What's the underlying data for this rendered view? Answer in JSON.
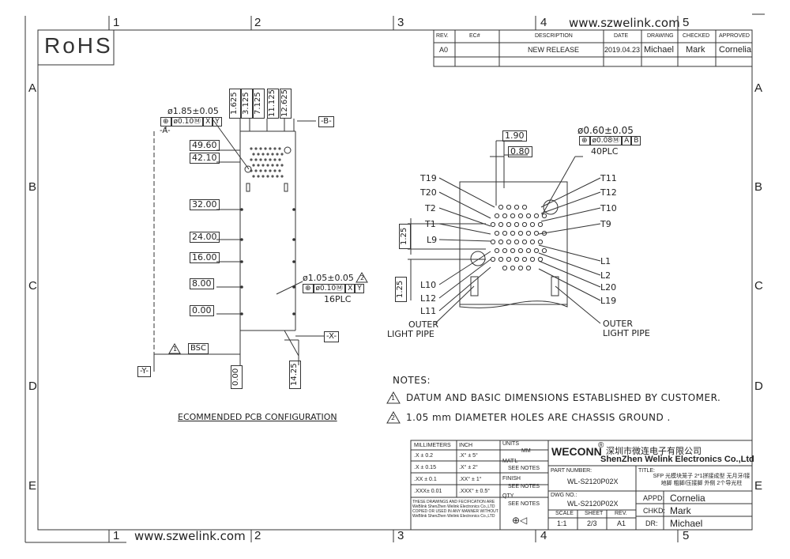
{
  "website": "www.szwelink.com",
  "zones": {
    "columns": [
      "1",
      "2",
      "3",
      "4",
      "5"
    ],
    "rows": [
      "A",
      "B",
      "C",
      "D",
      "E"
    ]
  },
  "rohs_mark": "RoHS",
  "revision_table": {
    "headers": [
      "REV.",
      "EC#",
      "DESCRIPTION",
      "DATE",
      "DRAWING",
      "CHECKED",
      "APPROVED"
    ],
    "row": [
      "A0",
      "",
      "NEW RELEASE",
      "2019.04.23",
      "Michael",
      "Mark",
      "Cornelia"
    ]
  },
  "left_view": {
    "ref_a": "-A-",
    "ref_b": "-B-",
    "ref_x": "-X-",
    "ref_y": "-Y-",
    "hole_dim_top": "ø1.85±0.05",
    "hole_tol_top": [
      "⊕",
      "ø0.10Ⓜ",
      "X",
      "Y"
    ],
    "vert_dims": [
      "1.625",
      "3.125",
      "7.125",
      "11.125",
      "12.625"
    ],
    "y_dims": [
      "49.60",
      "42.10",
      "32.00",
      "24.00",
      "16.00",
      "8.00",
      "0.00"
    ],
    "chassis_hole_dim": "ø1.05±0.05",
    "chassis_hole_note": "2",
    "chassis_tol": [
      "⊕",
      "ø0.10Ⓜ",
      "X",
      "Y"
    ],
    "chassis_count": "16PLC",
    "bsc_label": "BSC",
    "bsc_note": "1",
    "bottom_dims": [
      "0.00",
      "14.25"
    ],
    "caption": "ECOMMENDED PCB CONFIGURATION"
  },
  "right_view": {
    "dim_190": "1.90",
    "dim_080": "0.80",
    "hole_dim": "ø0.60±0.05",
    "hole_tol": [
      "⊕",
      "ø0.08Ⓜ",
      "A",
      "B"
    ],
    "hole_count": "40PLC",
    "dim_125a": "1.25",
    "dim_125b": "1.25",
    "left_pins": [
      "T19",
      "T20",
      "T2",
      "T1",
      "L9",
      "L10",
      "L12",
      "L11"
    ],
    "right_pins": [
      "T11",
      "T12",
      "T10",
      "T9",
      "L1",
      "L2",
      "L20",
      "L19"
    ],
    "outer_left": [
      "OUTER",
      "LIGHT PIPE"
    ],
    "outer_right": [
      "OUTER",
      "LIGHT PIPE"
    ]
  },
  "notes": {
    "title": "NOTES:",
    "items": [
      {
        "num": "1",
        "text": "DATUM AND BASIC DIMENSIONS ESTABLISHED BY CUSTOMER."
      },
      {
        "num": "2",
        "text": "1.05 mm DIAMETER HOLES ARE CHASSIS GROUND ."
      }
    ]
  },
  "title_block": {
    "tol_headers": [
      "MILLIMETERS",
      "INCH",
      "UNITS"
    ],
    "units_value": "MM",
    "tol_rows": [
      [
        ".X  ± 0.2",
        ".X°  ± 5°"
      ],
      [
        ".X  ± 0.15",
        ".X°  ± 2°"
      ],
      [
        ".XX ± 0.1",
        ".XX°  ± 1°"
      ],
      [
        ".XXX± 0.01",
        ".XXX° ± 0.5°"
      ]
    ],
    "matl_label": "MAT'L",
    "matl_value": "SEE NOTES",
    "finish_label": "FINISH",
    "finish_value": "SEE NOTES",
    "qty_label": "QTY",
    "qty_value": "SEE NOTES",
    "disclaimer": "THESE DRAWINGS AND FECIFICATION ARE WeBlink ShenZhen Welink Electronics Co.,LTD COPIED OR USED IN ANY MANNER WITHOUT WeBlink ShenZhen Welink Electronics Co.,LTD",
    "brand": "WECONN",
    "brand_mark": "®",
    "company_cn": "深圳市微连电子有限公司",
    "company_en": "ShenZhen Welink Electronics Co.,Ltd",
    "part_number_label": "PART NUMBER:",
    "part_number": "WL-S2120P02X",
    "title_label": "TITLE:",
    "title_text": "SFP 光模块笼子 2*1拼接成型 无月牙/接地脚 粗脚/压接脚 外侧 2个导光柱",
    "dwg_no_label": "DWG NO.:",
    "dwg_no": "WL-S2120P02X",
    "scale_label": "SCALE",
    "scale": "1:1",
    "sheet_label": "SHEET",
    "sheet": "2/3",
    "rev_label": "REV.",
    "rev": "A1",
    "appd_label": "APPD:",
    "appd": "Cornelia",
    "chkd_label": "CHKD:",
    "chkd": "Mark",
    "dr_label": "DR:",
    "dr": "Michael"
  }
}
